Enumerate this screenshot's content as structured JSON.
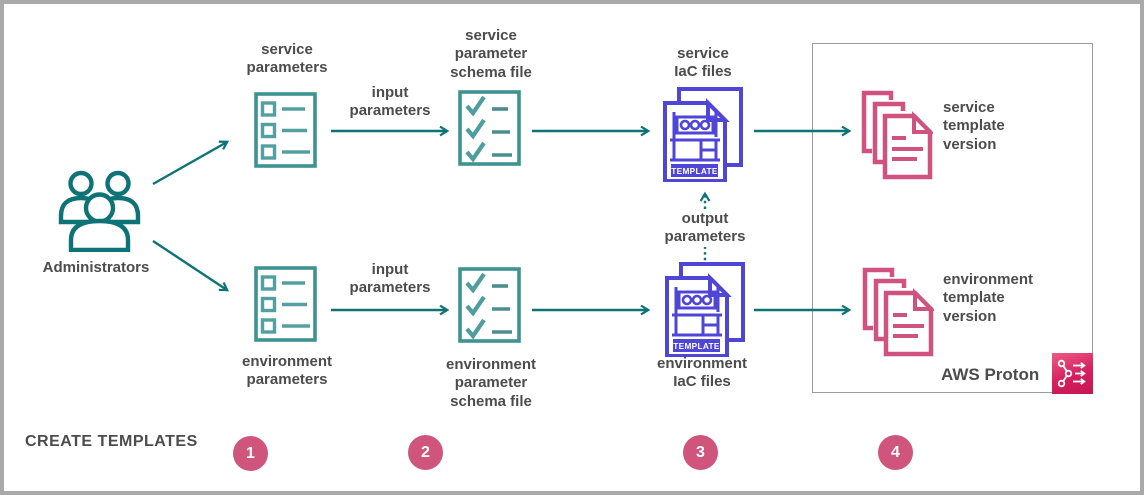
{
  "actor": {
    "label": "Administrators"
  },
  "flow": {
    "top_row": {
      "parameters_label": "service\nparameters",
      "input_edge_label": "input\nparameters",
      "schema_label": "service\nparameter\nschema file",
      "iac_label": "service\nIaC files",
      "template_version_label": "service\ntemplate\nversion"
    },
    "bottom_row": {
      "parameters_label": "environment\nparameters",
      "input_edge_label": "input\nparameters",
      "schema_label": "environment\nparameter\nschema file",
      "iac_label": "environment\nIaC files",
      "template_version_label": "environment\ntemplate\nversion"
    },
    "output_edge_label": "output\nparameters"
  },
  "aws_proton": {
    "label": "AWS Proton"
  },
  "icons": {
    "template_badge": "TEMPLATE",
    "administrators": "users-group-icon",
    "parameters": "list-icon",
    "schema": "checklist-icon",
    "iac": "template-file-icon",
    "template_version": "stacked-documents-icon",
    "aws_proton": "proton-service-icon"
  },
  "steps": {
    "caption": "CREATE TEMPLATES",
    "numbers": [
      "1",
      "2",
      "3",
      "4"
    ]
  },
  "colors": {
    "teal_dark": "#0d7377",
    "teal_medium": "#3f9292",
    "teal_light": "#54a0a0",
    "purple": "#4f46d8",
    "pink": "#d0527e",
    "step_pink": "#cf557c",
    "text": "#4c4c4c",
    "frame_gray": "#a9a9a9"
  }
}
